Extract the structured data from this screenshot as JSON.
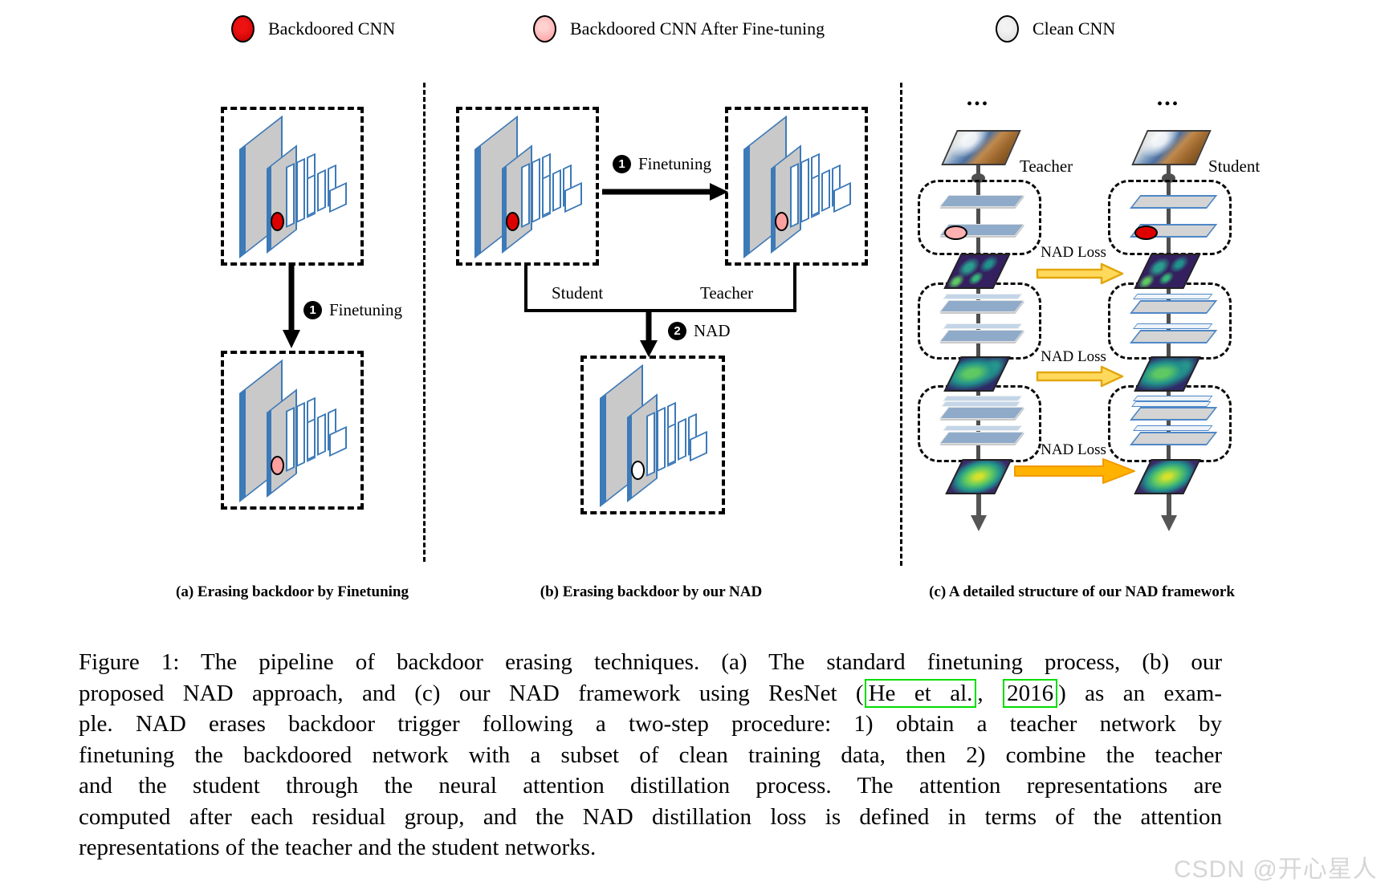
{
  "legend": {
    "items": [
      {
        "label": "Backdoored CNN",
        "color": "#d40000"
      },
      {
        "label": "Backdoored CNN After Fine-tuning",
        "color": "#ffa8a8"
      },
      {
        "label": "Clean CNN",
        "color": "#e4e4e4"
      }
    ]
  },
  "panels": {
    "a": {
      "caption": "(a) Erasing backdoor by Finetuning",
      "step1": {
        "num": "1",
        "label": "Finetuning"
      }
    },
    "b": {
      "caption": "(b) Erasing backdoor by our NAD",
      "step1": {
        "num": "1",
        "label": "Finetuning"
      },
      "step2": {
        "num": "2",
        "label": "NAD"
      },
      "student_label": "Student",
      "teacher_label": "Teacher"
    },
    "c": {
      "caption": "(c) A detailed structure of our NAD framework",
      "teacher_label": "Teacher",
      "student_label": "Student",
      "ellipsis_teacher": "...",
      "ellipsis_student": "...",
      "nad_loss": [
        "NAD Loss",
        "NAD Loss",
        "NAD Loss"
      ]
    }
  },
  "figure_caption": {
    "line1": "Figure 1: The pipeline of backdoor erasing techniques. (a) The standard finetuning process, (b) our",
    "line2_pre": "proposed NAD approach, and (c) our NAD framework using ResNet (",
    "line2_cite1": "He et al.",
    "line2_mid": ",",
    "line2_cite2": "2016",
    "line2_post": ") as an exam-",
    "line3": "ple. NAD erases backdoor trigger following a two-step procedure: 1) obtain a teacher network by",
    "line4": "finetuning the backdoored network with a subset of clean training data, then 2) combine the teacher",
    "line5": "and the student through the neural attention distillation process. The attention representations are",
    "line6": "computed after each residual group, and the NAD distillation loss is defined in terms of the attention",
    "line7": "representations of the teacher and the student networks."
  },
  "watermark": "CSDN @开心星人",
  "colors": {
    "backdoored_dot": "#dd0000",
    "finetuned_dot": "#ffa0a0",
    "clean_dot": "#ffffff",
    "cnn_edge": "#3d7ab8",
    "cnn_fill": "#c9c9c9",
    "teacher_plate": "#8fabc9",
    "student_plate": "#d4d4d4",
    "nad_arrow_light": "#ffd95c",
    "nad_arrow_bold": "#ffb300",
    "citation_box": "#00dd00",
    "watermark_gray": "#d6d6d6"
  }
}
